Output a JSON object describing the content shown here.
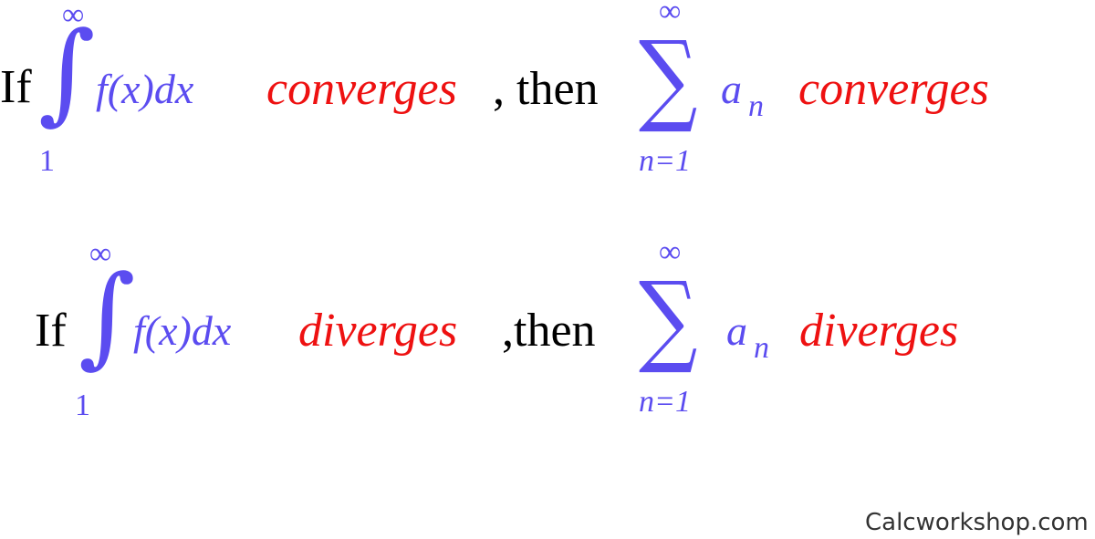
{
  "colors": {
    "text": "#000000",
    "math": "#5b4cf0",
    "result": "#ee1111"
  },
  "rows": [
    {
      "if_word": "If",
      "integral_symbol": "∫",
      "upper_limit": "∞",
      "lower_limit": "1",
      "integrand": "f(x)dx",
      "result_a": "converges",
      "comma_then": ", then",
      "sum_symbol": "∑",
      "sum_upper": "∞",
      "sum_lower": "n=1",
      "term": "a",
      "term_sub": "n",
      "result_b": "converges"
    },
    {
      "if_word": "If",
      "integral_symbol": "∫",
      "upper_limit": "∞",
      "lower_limit": "1",
      "integrand": "f(x)dx",
      "result_a": "diverges",
      "comma_then": ",then",
      "sum_symbol": "∑",
      "sum_upper": "∞",
      "sum_lower": "n=1",
      "term": "a",
      "term_sub": "n",
      "result_b": "diverges"
    }
  ],
  "watermark": "Calcworkshop.com"
}
